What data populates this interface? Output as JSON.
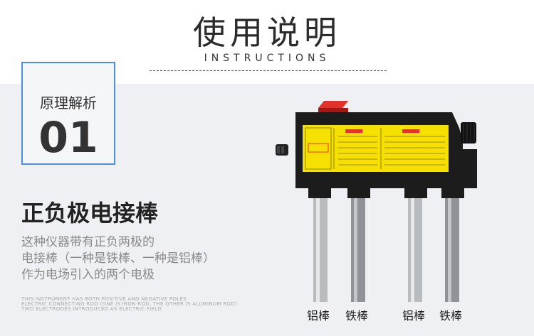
{
  "header": {
    "title": "使用说明",
    "subtitle": "INSTRUCTIONS"
  },
  "section_box": {
    "label": "原理解析",
    "number": "01"
  },
  "heading": "正负极电接棒",
  "description": "这种仪器带有正负两极的\n电接棒（一种是铁棒、一种是铝棒）\n作为电场引入的两个电极",
  "description_en": "THIS INSTRUMENT HAS BOTH POSITIVE AND NEGATIVE POLES\nELECTRIC CONNECTING ROD (ONE IS IRON ROD, THE OTHER IS ALUMINUM ROD)\nTWO ELECTRODES INTRODUCED AS ELECTRIC FIELD",
  "rods": [
    {
      "label": "铝棒"
    },
    {
      "label": "铁棒"
    },
    {
      "label": "铝棒"
    },
    {
      "label": "铁棒"
    }
  ],
  "device_label": {
    "schematic_title": "水质电解器\n电解示意图",
    "usage_title": "使用方法",
    "tips_title": "温馨提示"
  },
  "colors": {
    "accent_blue": "#4a90e2",
    "device_body": "#1c1c1c",
    "label_yellow": "#f5e000",
    "switch_red": "#d9231d"
  }
}
